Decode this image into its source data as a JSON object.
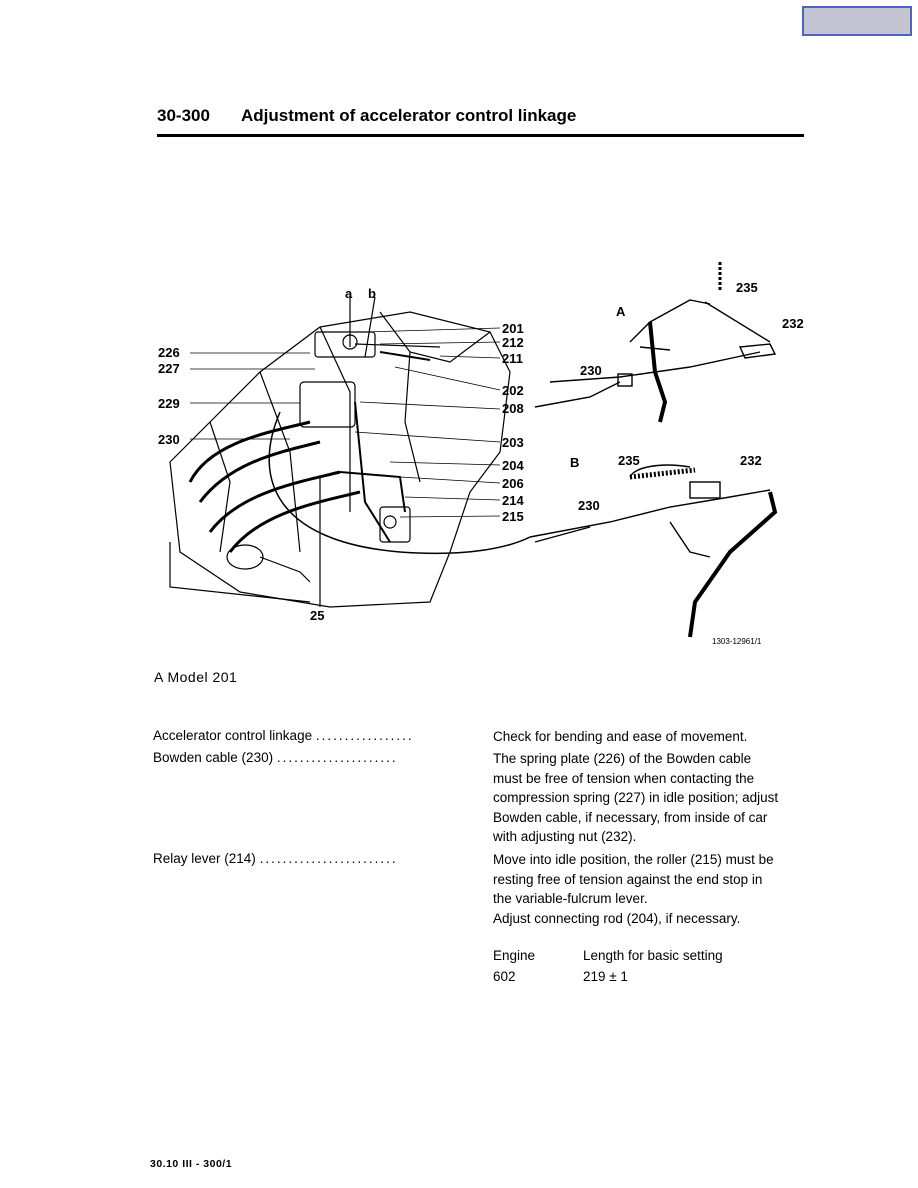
{
  "corner_tab_color": "#c4c4d2",
  "header": {
    "section_number": "30-300",
    "title": "Adjustment of accelerator control linkage"
  },
  "figure": {
    "left_labels": [
      "226",
      "227",
      "229",
      "230"
    ],
    "right_labels": [
      "201",
      "212",
      "211",
      "202",
      "208",
      "203",
      "204",
      "206",
      "214",
      "215"
    ],
    "top_labels": [
      "a",
      "b"
    ],
    "bottom_label": "25",
    "view_a": {
      "letter": "A",
      "labels": [
        "235",
        "232",
        "230"
      ]
    },
    "view_b": {
      "letter": "B",
      "labels": [
        "235",
        "232",
        "230"
      ]
    },
    "reference": "1303-12961/1"
  },
  "caption": "A Model 201",
  "checks": [
    {
      "item": "Accelerator control linkage",
      "dots": ".................",
      "text": [
        "Check for bending and ease of movement."
      ]
    },
    {
      "item": "Bowden cable (230)",
      "dots": ".....................",
      "text": [
        "The spring plate (226) of the Bowden cable",
        "must be free of tension when contacting the",
        "compression spring (227) in idle position; adjust",
        "Bowden cable, if necessary, from inside of car",
        "with adjusting nut (232)."
      ]
    },
    {
      "item": "Relay lever (214)",
      "dots": "........................",
      "text": [
        "Move into idle position, the roller (215) must be",
        "resting free of tension against the end stop in",
        "the variable-fulcrum lever.",
        "Adjust connecting rod (204), if necessary."
      ]
    }
  ],
  "specs": {
    "headers": [
      "Engine",
      "Length for basic setting"
    ],
    "rows": [
      [
        "602",
        "219 ± 1"
      ]
    ]
  },
  "footer": "30.10 III - 300/1"
}
